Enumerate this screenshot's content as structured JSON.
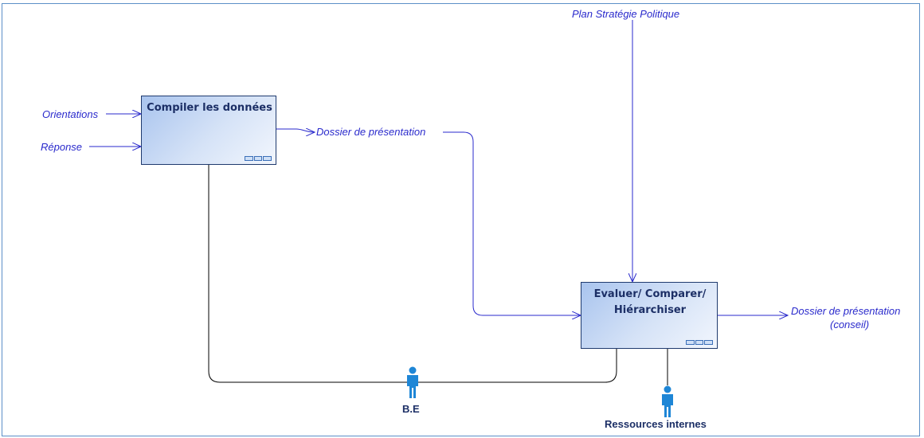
{
  "diagram": {
    "activities": [
      {
        "id": "compile",
        "label": "Compiler les données"
      },
      {
        "id": "evaluate",
        "label_line1": "Evaluer/ Comparer/",
        "label_line2": "Hiérarchiser"
      }
    ],
    "inputs": {
      "orientations": "Orientations",
      "reponse": "Réponse"
    },
    "controls": {
      "plan": "Plan Stratégie Politique"
    },
    "outputs": {
      "dossier": "Dossier de présentation",
      "dossier_conseil_line1": "Dossier de présentation",
      "dossier_conseil_line2": "(conseil)"
    },
    "mechanisms": {
      "be": "B.E",
      "ressources": "Ressources internes"
    },
    "colors": {
      "arrow": "#2a2acc",
      "mechanism_line": "#000000",
      "person": "#1e86d6",
      "box_border": "#1f3a6e"
    }
  }
}
